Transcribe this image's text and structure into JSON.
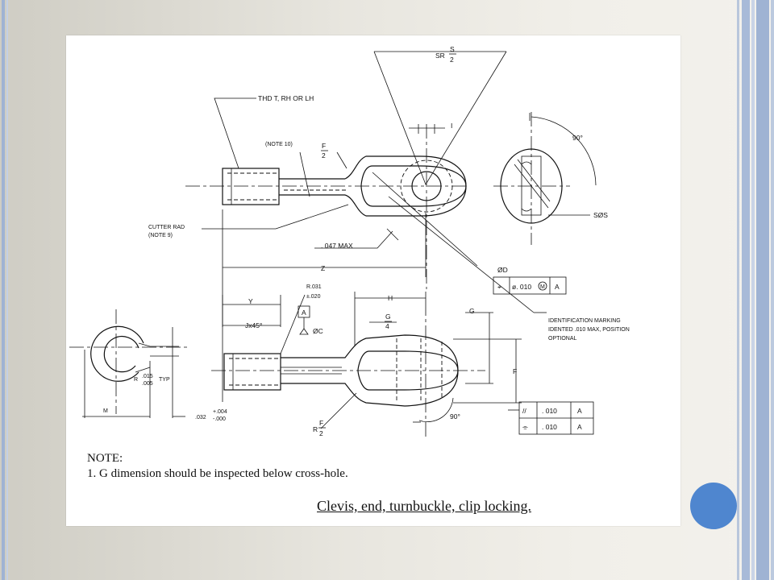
{
  "slide": {
    "accent_color": "#4f86cf",
    "rail_color": "#9fb3d3"
  },
  "drawing": {
    "labels": {
      "thread": "THD T, RH OR LH",
      "note10": "(NOTE 10)",
      "f_over_2_num": "F",
      "f_over_2_den": "2",
      "sr": "SR",
      "s_over_2_num": "S",
      "s_over_2_den": "2",
      "i": "I",
      "angle_top": "90°",
      "cutter_rad_1": "CUTTER RAD",
      "cutter_rad_2": "(NOTE 9)",
      "max_047": ". 047 MAX",
      "z": "Z",
      "phi_d": "ØD",
      "sos": "SØS",
      "fcf_symbol": "⌖",
      "fcf_value": "ø. 010",
      "fcf_modifier": "M",
      "fcf_datum": "A",
      "r031": "R.031",
      "tol020": "±.020",
      "y": "Y",
      "h": "H",
      "g_over_4_num": "G",
      "g_over_4_den": "4",
      "g": "G",
      "jx45": "Jx45°",
      "datum_a": "A",
      "phi_c": "ØC",
      "ident_1": "IDENTIFICATION MARKING",
      "ident_2": "IDENTED .010 MAX, POSITION",
      "ident_3": "OPTIONAL",
      "f": "F",
      "angle_bottom": "90°",
      "r_f2_r": "R",
      "r_f2_num": "F",
      "r_f2_den": "2",
      "par_symbol": "//",
      "par_value": ". 010",
      "par_datum": "A",
      "sym_symbol": "⌯",
      "sym_value": ". 010",
      "sym_datum": "A",
      "m": "M",
      "r_015_r": "R",
      "r_015": ".015",
      "r_005": ".005",
      "typ": "TYP",
      "d032": ".032",
      "plus004": "+.004",
      "minus000": "-.000"
    }
  },
  "notes": {
    "heading": "NOTE:",
    "item1": "1.  G dimension should be inspected below cross-hole."
  },
  "caption": "Clevis, end, turnbuckle, clip locking."
}
